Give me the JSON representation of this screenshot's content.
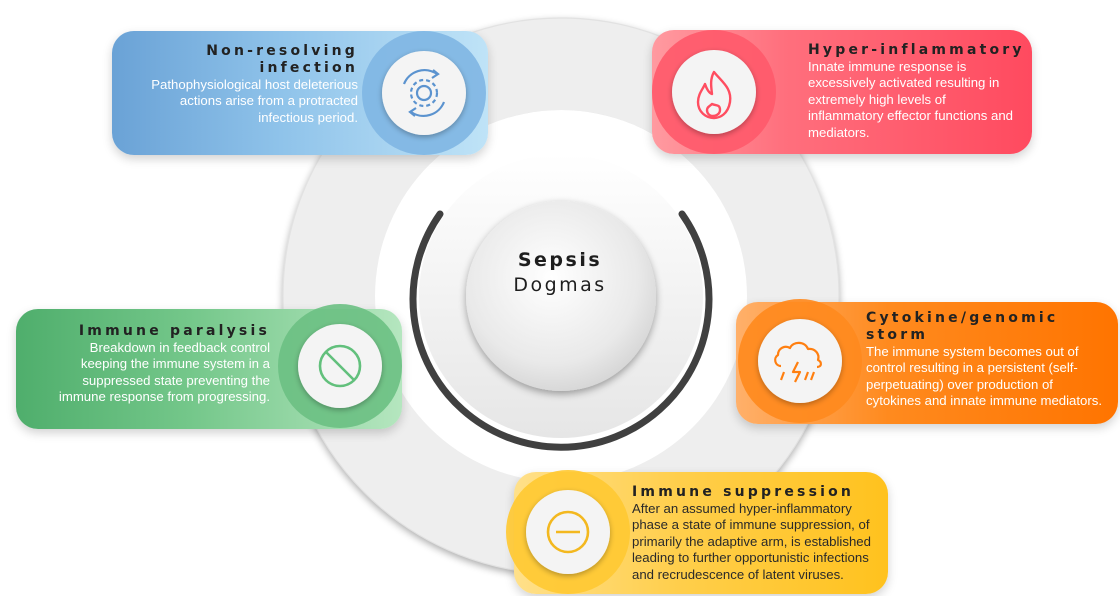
{
  "center": {
    "title": "Sepsis",
    "subtitle": "Dogmas"
  },
  "stages": [
    {
      "id": "non-resolving",
      "title": "Non-resolving infection",
      "title_lines": [
        "Non-resolving",
        "infection"
      ],
      "lines": [
        "Pathophysiological host deleterious",
        "actions arise from a protracted",
        "infectious period."
      ],
      "icon": "gear-cycle-icon",
      "color": "#7fb6e3"
    },
    {
      "id": "hyper-inflammatory",
      "title": "Hyper-inflammatory",
      "title_lines": [
        "Hyper-inflammatory"
      ],
      "lines": [
        "Innate immune response is",
        "excessively activated resulting in",
        "extremely high levels of",
        "inflammatory effector functions and",
        "mediators."
      ],
      "icon": "flame-icon",
      "color": "#ff5a6b"
    },
    {
      "id": "cytokine-storm",
      "title": "Cytokine/genomic storm",
      "title_lines": [
        "Cytokine/genomic",
        "storm"
      ],
      "lines": [
        "The immune system becomes out of",
        "control resulting in a persistent (self-",
        "perpetuating) over production of",
        "cytokines and innate immune mediators."
      ],
      "icon": "storm-cloud-icon",
      "color": "#ff8a1e"
    },
    {
      "id": "immune-suppression",
      "title": "Immune suppression",
      "title_lines": [
        "Immune suppression"
      ],
      "lines": [
        "After an assumed hyper-inflammatory",
        "phase a state of immune suppression, of",
        "primarily the adaptive arm, is established",
        "leading to further opportunistic infections",
        "and recrudescence of latent viruses."
      ],
      "icon": "minus-circle-icon",
      "color": "#ffc933"
    },
    {
      "id": "immune-paralysis",
      "title": "Immune paralysis",
      "title_lines": [
        "Immune paralysis"
      ],
      "lines": [
        "Breakdown in feedback control",
        "keeping the immune system in a",
        "suppressed state preventing the",
        "immune response from progressing."
      ],
      "icon": "prohibited-icon",
      "color": "#6cc083"
    }
  ]
}
